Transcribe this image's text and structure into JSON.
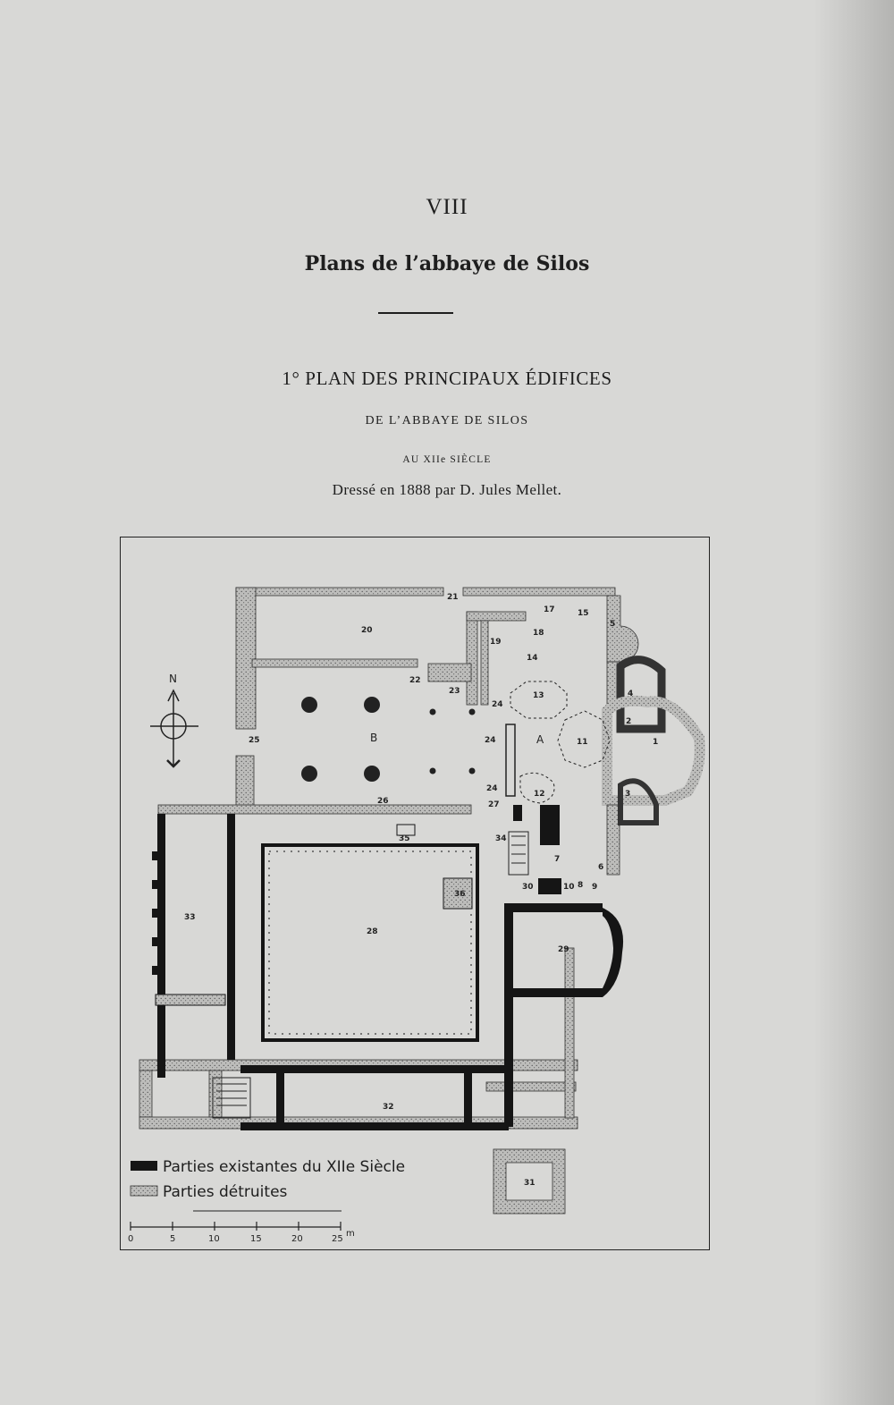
{
  "chapter": "VIII",
  "title": "Plans de l’abbaye de Silos",
  "plan": {
    "heading": "1° PLAN DES PRINCIPAUX ÉDIFICES",
    "subtitle1": "DE L’ABBAYE DE SILOS",
    "subtitle2": "AU XIIe SIÈCLE",
    "credit": "Dressé en 1888 par D. Jules Mellet."
  },
  "map": {
    "compass_label": "N",
    "labels": {
      "l1": "1",
      "l2": "2",
      "l3": "3",
      "l4": "4",
      "l5": "5",
      "l6": "6",
      "l7": "7",
      "l8": "8",
      "l9": "9",
      "l10": "10",
      "l11": "11",
      "l12": "12",
      "l13": "13",
      "l14": "14",
      "l15": "15",
      "l17": "17",
      "l18": "18",
      "l19": "19",
      "l20": "20",
      "l21": "21",
      "l22": "22",
      "l23": "23",
      "l24a": "24",
      "l24b": "24",
      "l24c": "24",
      "l25": "25",
      "l26": "26",
      "l27": "27",
      "l28": "28",
      "l29": "29",
      "l30": "30",
      "l31": "31",
      "l32": "32",
      "l33": "33",
      "l34": "34",
      "l35": "35",
      "l36": "36",
      "lA": "A",
      "lB": "B"
    },
    "legend": {
      "existing": "Parties existantes du XIIe Siècle",
      "destroyed": "Parties détruites"
    },
    "scale": {
      "ticks": [
        "0",
        "5",
        "10",
        "15",
        "20",
        "25"
      ],
      "unit": "m"
    }
  },
  "colors": {
    "paper": "#d8d8d6",
    "ink": "#1e1e1e",
    "destroyed_fill": "#bdbdbb"
  }
}
